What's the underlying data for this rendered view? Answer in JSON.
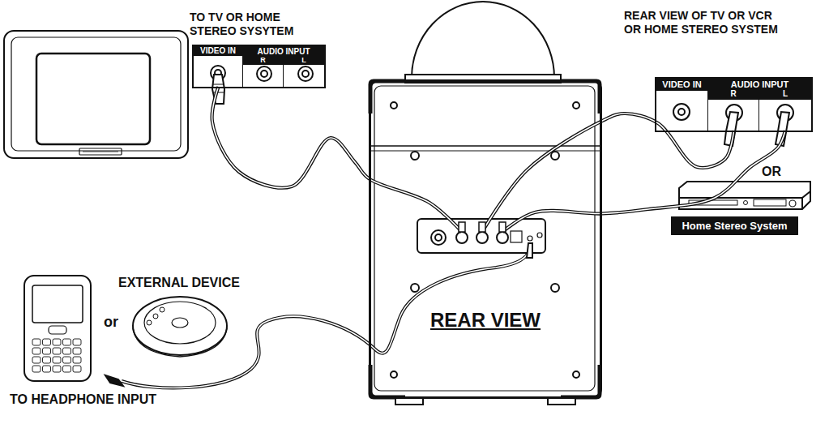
{
  "diagram": {
    "nodes": [
      {
        "text": [
          "TO TV OR HOME STEREO SYSYTEM"
        ]
      },
      {
        "text": [
          "VIDEO IN"
        ],
        "in": 0
      },
      {
        "text": [
          "AUDIO INPUT"
        ],
        "in": 0
      },
      {
        "text": [
          "R"
        ],
        "in": 2
      },
      {
        "text": [
          "L"
        ],
        "in": 2
      },
      {
        "text": [
          "REAR VIEW OF TV OR VCR OR HOME STEREO SYSTEM"
        ]
      },
      {
        "text": [
          "VIDEO IN"
        ],
        "in": 5
      },
      {
        "text": [
          "AUDIO INPUT"
        ],
        "in": 5
      },
      {
        "text": [
          "R"
        ],
        "in": 7
      },
      {
        "text": [
          "L"
        ],
        "in": 7
      },
      {
        "text": [
          "REAR VIEW"
        ]
      },
      {
        "text": [
          "Home Stereo System"
        ]
      }
    ],
    "edges": [
      {
        "from": 1,
        "to": 10,
        "arrow": "none"
      },
      {
        "from": 8,
        "to": 10,
        "arrow": "none"
      },
      {
        "from": 9,
        "to": 10,
        "arrow": "none"
      }
    ],
    "labels": [
      "OR",
      "EXTERNAL DEVICE",
      "or",
      "TO HEADPHONE INPUT"
    ]
  }
}
